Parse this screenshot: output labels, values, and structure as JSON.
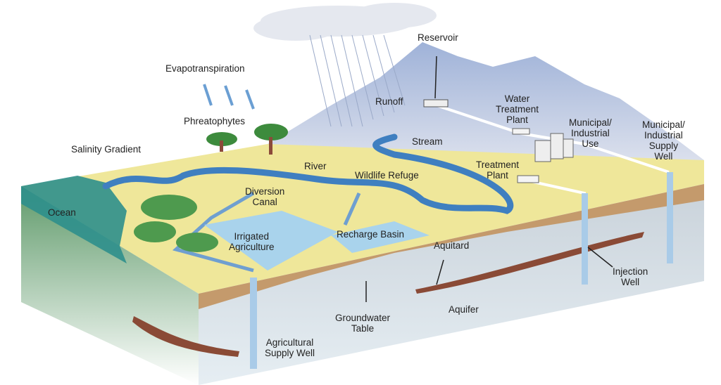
{
  "labels": {
    "evapotranspiration": "Evapotranspiration",
    "reservoir": "Reservoir",
    "runoff": "Runoff",
    "water_treatment_plant": "Water\nTreatment\nPlant",
    "municipal_industrial_use": "Municipal/\nIndustrial\nUse",
    "municipal_industrial_supply_well": "Municipal/\nIndustrial\nSupply\nWell",
    "phreatophytes": "Phreatophytes",
    "salinity_gradient": "Salinity Gradient",
    "stream": "Stream",
    "river": "River",
    "wildlife_refuge": "Wildlife Refuge",
    "treatment_plant": "Treatment\nPlant",
    "diversion_canal": "Diversion\nCanal",
    "ocean": "Ocean",
    "recharge_basin": "Recharge Basin",
    "irrigated_agriculture": "Irrigated\nAgriculture",
    "aquitard": "Aquitard",
    "injection_well": "Injection\nWell",
    "groundwater_table": "Groundwater\nTable",
    "aquifer": "Aquifer",
    "agricultural_supply_well": "Agricultural\nSupply Well"
  },
  "colors": {
    "land": "#efe79a",
    "water": "#3f7fc0",
    "ocean": "#2e8f8c",
    "soil": "#c49a6c",
    "aquifer": "#cfd8df",
    "aquitard": "#8a4a36",
    "mountain": "#a9b9d9",
    "tree": "#3d8b3d"
  }
}
